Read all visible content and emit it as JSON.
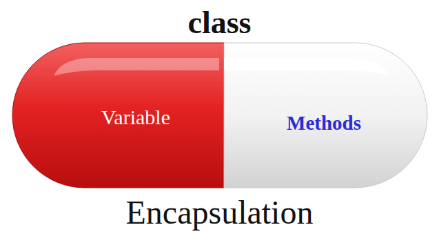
{
  "diagram": {
    "title": "class",
    "caption": "Encapsulation",
    "nodes": [
      {
        "text": [
          "Variable"
        ]
      },
      {
        "text": [
          "Methods"
        ]
      }
    ]
  }
}
